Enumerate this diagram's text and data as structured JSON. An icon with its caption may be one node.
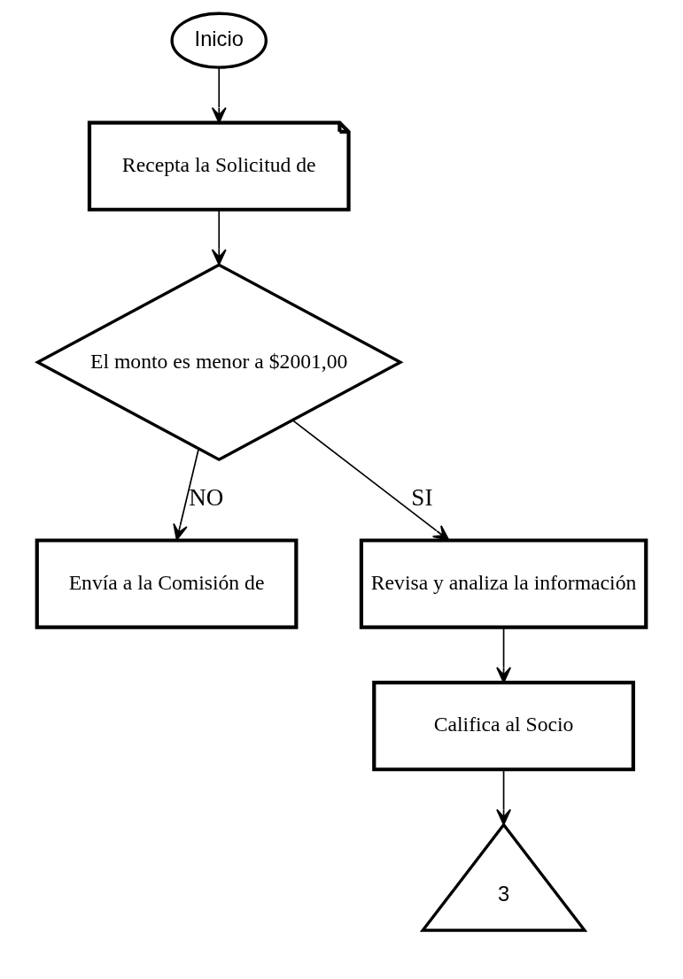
{
  "diagram": {
    "nodes": [
      {
        "text": [
          "Inicio"
        ]
      },
      {
        "text": [
          "Recepta la Solicitud de"
        ]
      },
      {
        "text": [
          "El monto es menor a $2001,00"
        ]
      },
      {
        "text": [
          "Envía a la Comisión de"
        ]
      },
      {
        "text": [
          "Revisa y analiza la información"
        ]
      },
      {
        "text": [
          "Califica al Socio"
        ]
      },
      {
        "text": [
          "3"
        ]
      }
    ],
    "edges": [
      {
        "from": 0,
        "to": 1,
        "arrow": "to"
      },
      {
        "from": 1,
        "to": 2,
        "arrow": "to"
      },
      {
        "from": 2,
        "to": 3,
        "arrow": "to",
        "label": "NO"
      },
      {
        "from": 2,
        "to": 4,
        "arrow": "to",
        "label": "SI"
      },
      {
        "from": 4,
        "to": 5,
        "arrow": "to"
      },
      {
        "from": 5,
        "to": 6,
        "arrow": "to"
      }
    ]
  }
}
